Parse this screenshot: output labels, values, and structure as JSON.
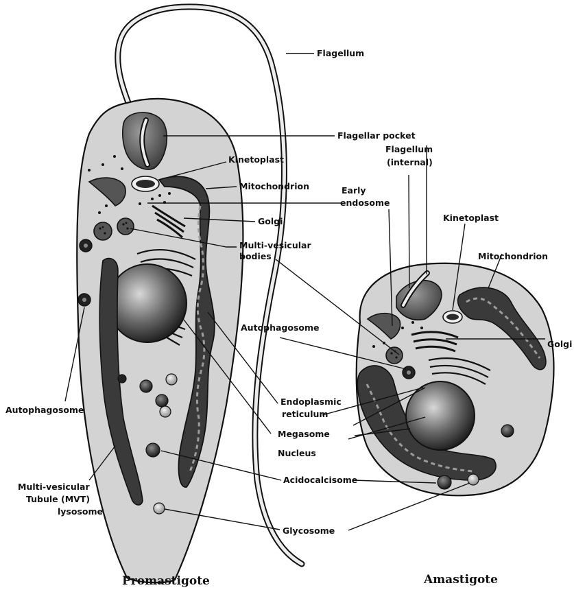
{
  "promastigote": {
    "title": "Promastigote",
    "labels": {
      "flagellum": "Flagellum",
      "flagellar_pocket": "Flagellar pocket",
      "kinetoplast": "Kinetoplast",
      "mitochondrion": "Mitochondrion",
      "golgi": "Golgi",
      "mvb_line1": "Multi-vesicular",
      "mvb_line2": "bodies",
      "autophagosome": "Autophagosome",
      "mvt_line1": "Multi-vesicular",
      "mvt_line2": "Tubule (MVT)",
      "mvt_line3": "lysosome"
    }
  },
  "amastigote": {
    "title": "Amastigote",
    "labels": {
      "flagellum_internal_line1": "Flagellum",
      "flagellum_internal_line2": "(internal)",
      "early_endosome_line1": "Early",
      "early_endosome_line2": "endosome",
      "kinetoplast": "Kinetoplast",
      "mitochondrion": "Mitochondrion",
      "golgi": "Golgi"
    }
  },
  "shared": {
    "autophagosome": "Autophagosome",
    "er_line1": "Endoplasmic",
    "er_line2": "reticulum",
    "megasome": "Megasome",
    "nucleus": "Nucleus",
    "acidocalcisome": "Acidocalcisome",
    "glycosome": "Glycosome"
  },
  "colors": {
    "cytoplasm": "#d3d3d3",
    "outline": "#111111",
    "organelle_dark": "#3a3a3a",
    "organelle_light": "#bdbdbd"
  }
}
